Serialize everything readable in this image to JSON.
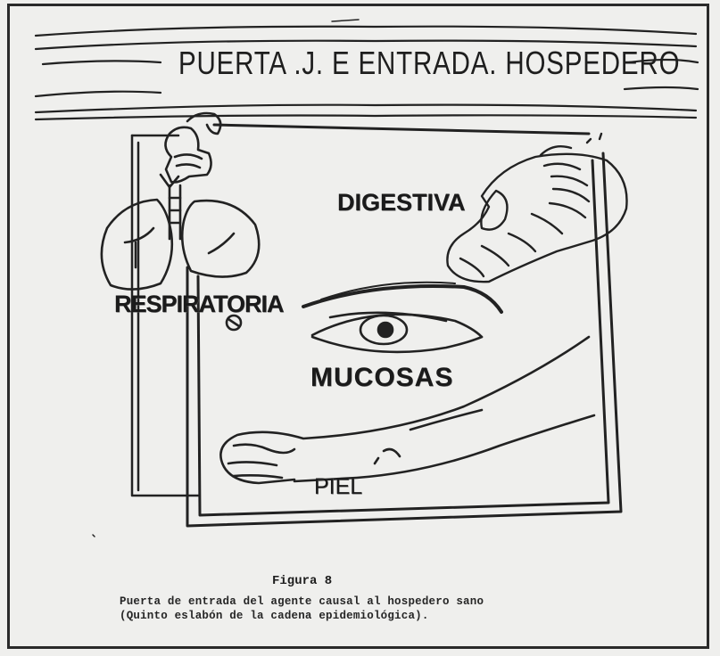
{
  "banner": {
    "title": "PUERTA .J. E ENTRADA. HOSPEDERO"
  },
  "labels": {
    "digestiva": "DIGESTIVA",
    "respiratoria": "RESPIRATORIA",
    "mucosas": "MUCOSAS",
    "piel": "PIEL"
  },
  "caption": {
    "figure": "Figura 8",
    "line1": "Puerta de entrada del agente causal al hospedero sano",
    "line2": "(Quinto eslabón de la cadena epidemiológica)."
  }
}
